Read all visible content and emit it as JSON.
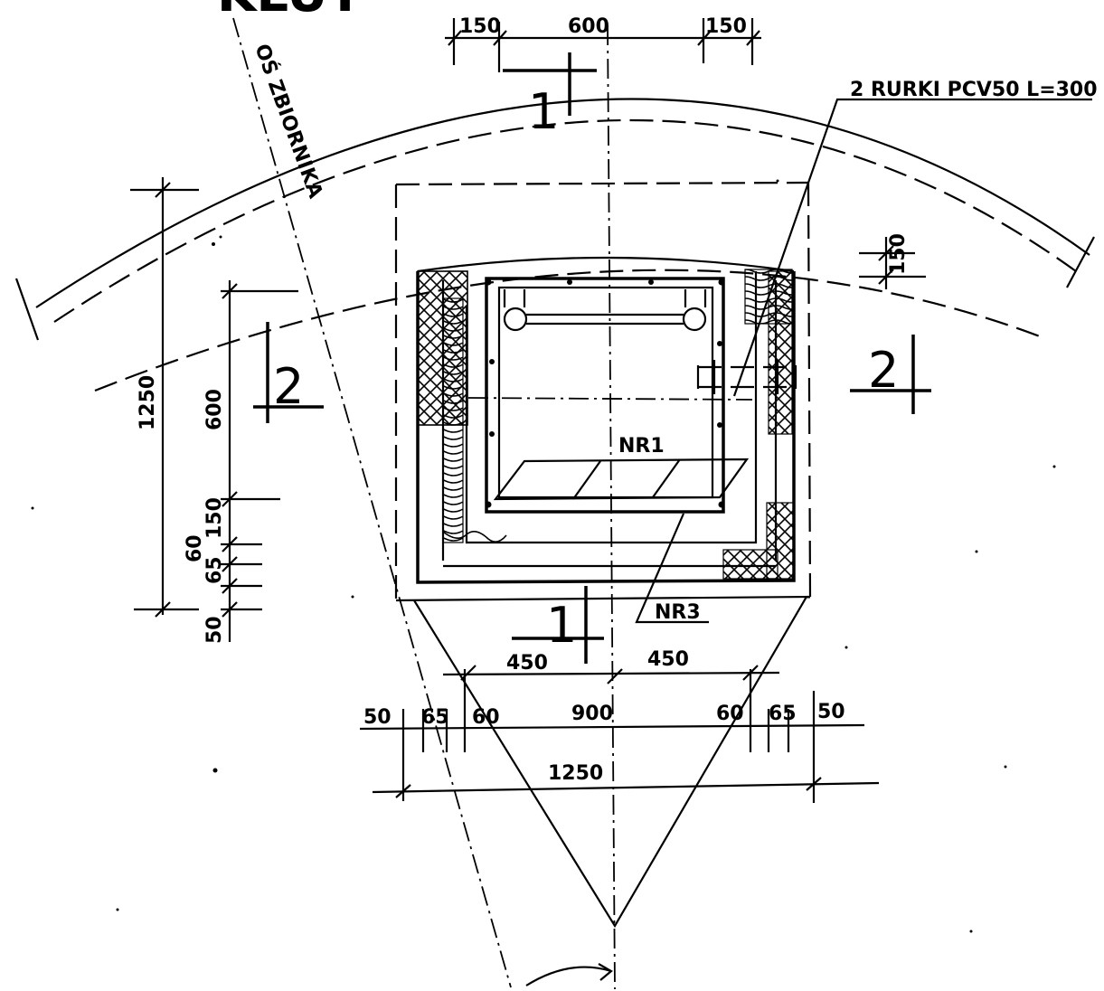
{
  "labels": {
    "top_heading_fragment": "KLUT",
    "axis_label": "OŚ ZBIORNIKA",
    "pipes_note": "2 RURKI PCV50  L=300",
    "part_nr1": "NR1",
    "part_nr3": "NR3"
  },
  "sections": {
    "s1_top": "1",
    "s1_bottom": "1",
    "s2_left": "2",
    "s2_right": "2"
  },
  "dimensions": {
    "top": [
      "150",
      "600",
      "150"
    ],
    "right_vertical": "150",
    "left_total": "1250",
    "left_600": "600",
    "left_150": "150",
    "left_60": "60",
    "left_65": "65",
    "left_50": "50",
    "bottom_half_left": "450",
    "bottom_half_right": "450",
    "bottom_row": [
      "50",
      "65",
      "60",
      "900",
      "60",
      "65",
      "50"
    ],
    "bottom_total": "1250"
  }
}
